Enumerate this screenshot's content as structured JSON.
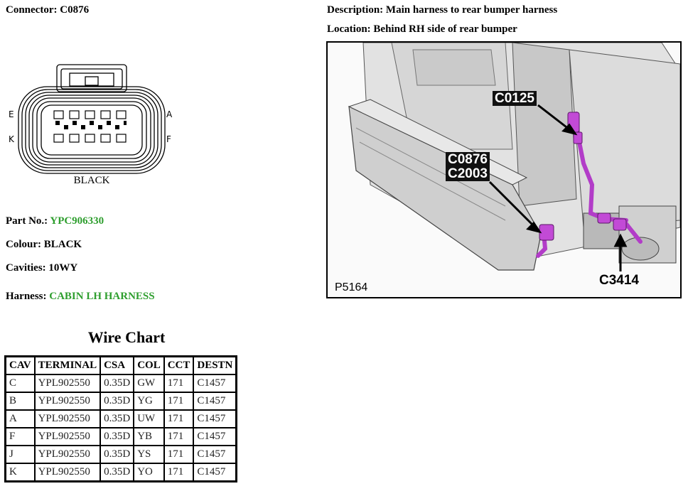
{
  "connector": {
    "label": "Connector:",
    "value": "C0876"
  },
  "description": {
    "label": "Description:",
    "value": "Main harness to rear bumper harness"
  },
  "location": {
    "label": "Location:",
    "value": "Behind RH side of rear bumper"
  },
  "connector_diagram": {
    "pin_labels": {
      "top_left": "E",
      "bottom_left": "K",
      "top_right": "A",
      "bottom_right": "F"
    },
    "color_caption": "BLACK"
  },
  "part_no": {
    "label": "Part No.:",
    "value": "YPC906330"
  },
  "colour": {
    "label": "Colour:",
    "value": "BLACK"
  },
  "cavities": {
    "label": "Cavities:",
    "value": "10WY"
  },
  "harness": {
    "label": "Harness:",
    "value": "CABIN LH HARNESS"
  },
  "photo": {
    "callouts": [
      "C0125",
      "C0876",
      "C2003",
      "C3414"
    ],
    "figure_id": "P5164"
  },
  "wire_chart": {
    "title": "Wire Chart",
    "headers": [
      "CAV",
      "TERMINAL",
      "CSA",
      "COL",
      "CCT",
      "DESTN"
    ],
    "rows": [
      [
        "C",
        "YPL902550",
        "0.35D",
        "GW",
        "171",
        "C1457"
      ],
      [
        "B",
        "YPL902550",
        "0.35D",
        "YG",
        "171",
        "C1457"
      ],
      [
        "A",
        "YPL902550",
        "0.35D",
        "UW",
        "171",
        "C1457"
      ],
      [
        "F",
        "YPL902550",
        "0.35D",
        "YB",
        "171",
        "C1457"
      ],
      [
        "J",
        "YPL902550",
        "0.35D",
        "YS",
        "171",
        "C1457"
      ],
      [
        "K",
        "YPL902550",
        "0.35D",
        "YO",
        "171",
        "C1457"
      ]
    ]
  },
  "colors": {
    "green_text": "#2e9e2e",
    "harness_magenta": "#b23cc8"
  }
}
